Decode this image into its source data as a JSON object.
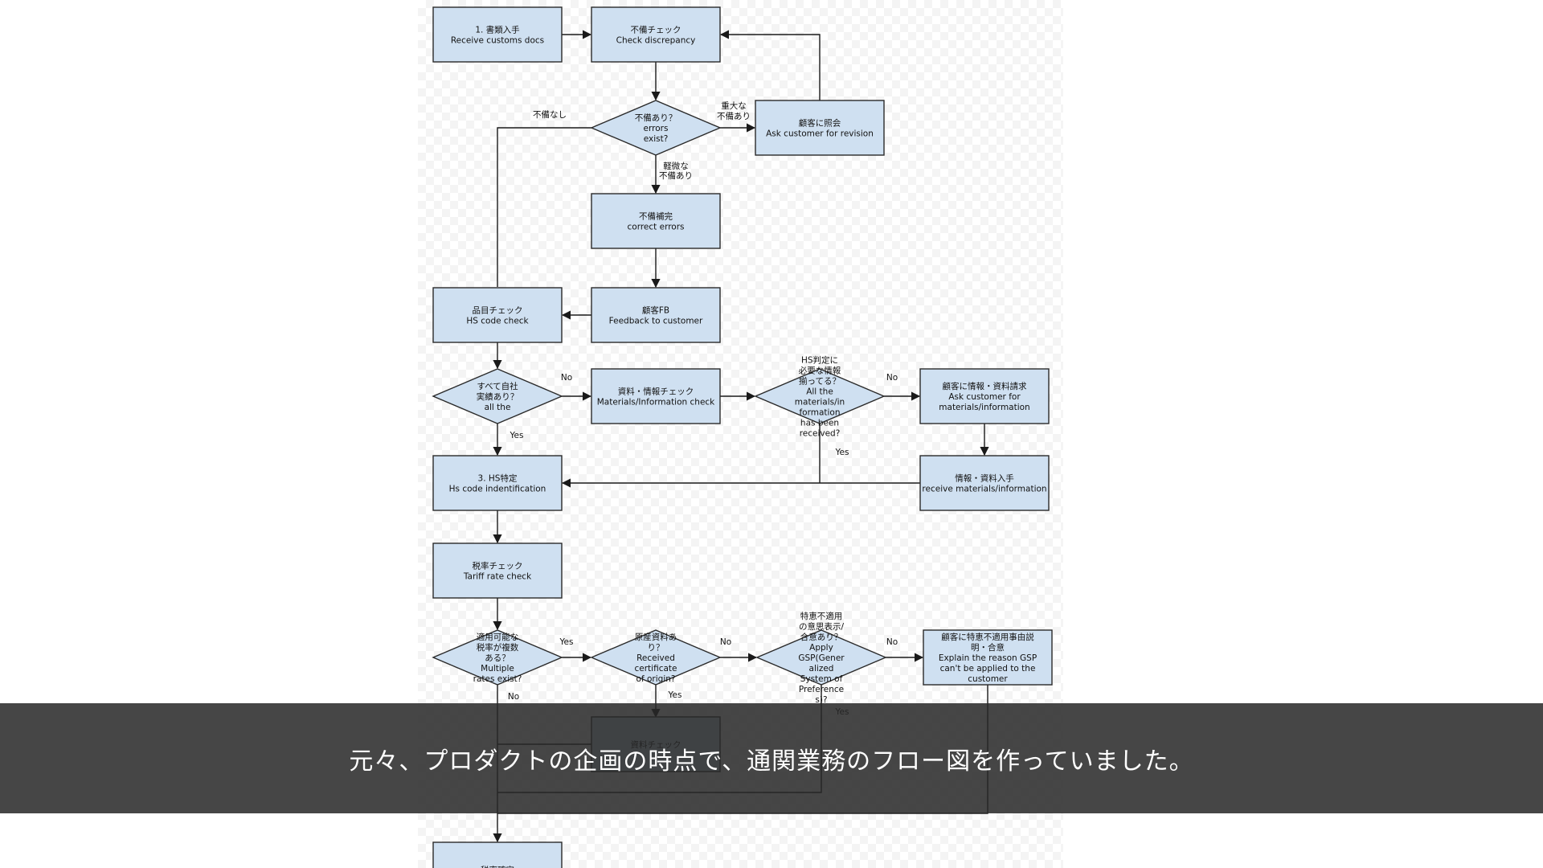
{
  "caption": "元々、プロダクトの企画の時点で、通関業務のフロー図を作っていました。",
  "colors": {
    "node_fill": "#cfe0f1",
    "node_stroke": "#2a2a2a",
    "caption_bg": "#282828"
  },
  "nodes": [
    {
      "id": "n1",
      "shape": "rect",
      "lines": [
        "1. 書類入手",
        "Receive customs docs"
      ]
    },
    {
      "id": "n2",
      "shape": "rect",
      "lines": [
        "不備チェック",
        "Check discrepancy"
      ]
    },
    {
      "id": "n3",
      "shape": "diamond",
      "lines": [
        "不備あり？",
        "errors",
        "exist?"
      ]
    },
    {
      "id": "n4",
      "shape": "rect",
      "lines": [
        "顧客に照会",
        "Ask customer for revision"
      ]
    },
    {
      "id": "n5",
      "shape": "rect",
      "lines": [
        "不備補完",
        "correct errors"
      ]
    },
    {
      "id": "n6",
      "shape": "rect",
      "lines": [
        "顧客FB",
        "Feedback to customer"
      ]
    },
    {
      "id": "n7",
      "shape": "rect",
      "lines": [
        "品目チェック",
        "HS code check"
      ]
    },
    {
      "id": "n8",
      "shape": "diamond",
      "lines": [
        "すべて自社",
        "実績あり？",
        "all the"
      ]
    },
    {
      "id": "n9",
      "shape": "rect",
      "lines": [
        "資料・情報チェック",
        "Materials/Information check"
      ]
    },
    {
      "id": "n10",
      "shape": "diamond",
      "lines": [
        "HS判定に",
        "必要な情報",
        "揃ってる？",
        "All the",
        "materials/in",
        "formation",
        "has been",
        "received?"
      ]
    },
    {
      "id": "n11",
      "shape": "rect",
      "lines": [
        "顧客に情報・資料請求",
        "Ask customer for",
        "materials/information"
      ]
    },
    {
      "id": "n12",
      "shape": "rect",
      "lines": [
        "3. HS特定",
        "Hs code indentification"
      ]
    },
    {
      "id": "n13",
      "shape": "rect",
      "lines": [
        "情報・資料入手",
        "receive materials/information"
      ]
    },
    {
      "id": "n14",
      "shape": "rect",
      "lines": [
        "税率チェック",
        "Tariff rate check"
      ]
    },
    {
      "id": "n15",
      "shape": "diamond",
      "lines": [
        "適用可能な",
        "税率が複数",
        "ある？",
        "Multiple",
        "rates exist?"
      ]
    },
    {
      "id": "n16",
      "shape": "diamond",
      "lines": [
        "原産資料あ",
        "り？",
        "Received",
        "certificate",
        "of origin?"
      ]
    },
    {
      "id": "n17",
      "shape": "diamond",
      "lines": [
        "特恵不適用",
        "の意思表示/",
        "合意あり？",
        "Apply",
        "GSP(Gener",
        "alized",
        "System of",
        "Preference",
        "s)?"
      ]
    },
    {
      "id": "n18",
      "shape": "rect",
      "lines": [
        "顧客に特恵不適用事由説",
        "明・合意",
        "Explain the reason GSP",
        "can't be applied to the",
        "customer"
      ]
    },
    {
      "id": "n19",
      "shape": "rect",
      "lines": [
        "資料チェック"
      ]
    },
    {
      "id": "n20",
      "shape": "rect",
      "lines": [
        "税率確定"
      ]
    }
  ],
  "edge_labels": [
    {
      "id": "l_no_error",
      "text": "不備なし"
    },
    {
      "id": "l_major_1",
      "text": "重大な"
    },
    {
      "id": "l_major_2",
      "text": "不備あり"
    },
    {
      "id": "l_minor_1",
      "text": "軽微な"
    },
    {
      "id": "l_minor_2",
      "text": "不備あり"
    },
    {
      "id": "l_no_8",
      "text": "No"
    },
    {
      "id": "l_yes_8",
      "text": "Yes"
    },
    {
      "id": "l_no_10",
      "text": "No"
    },
    {
      "id": "l_yes_10",
      "text": "Yes"
    },
    {
      "id": "l_yes_15",
      "text": "Yes"
    },
    {
      "id": "l_no_15",
      "text": "No"
    },
    {
      "id": "l_no_16",
      "text": "No"
    },
    {
      "id": "l_yes_16",
      "text": "Yes"
    },
    {
      "id": "l_no_17",
      "text": "No"
    },
    {
      "id": "l_yes_17",
      "text": "Yes"
    }
  ]
}
